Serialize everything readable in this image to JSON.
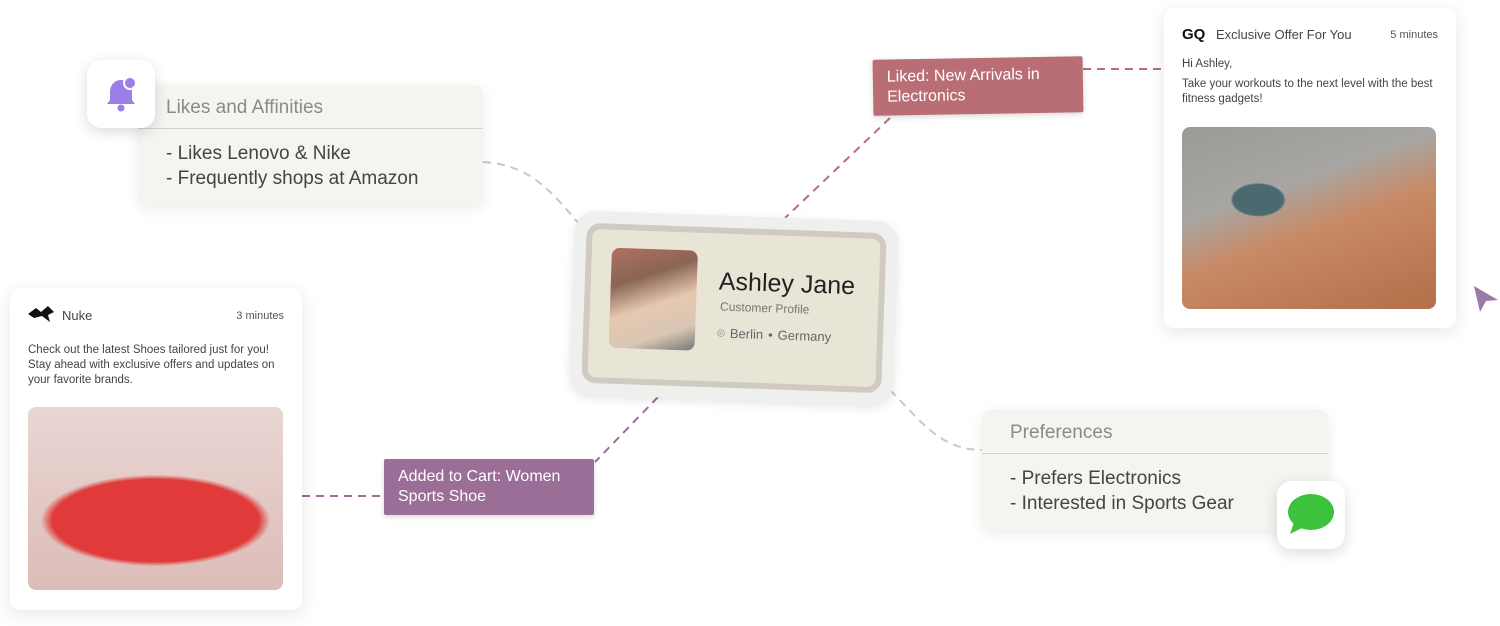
{
  "likes": {
    "title": "Likes and Affinities",
    "items": [
      "- Likes Lenovo & Nike",
      "- Frequently shops at Amazon"
    ]
  },
  "preferences": {
    "title": "Preferences",
    "items": [
      "- Prefers Electronics",
      "- Interested in Sports Gear"
    ]
  },
  "profile": {
    "name": "Ashley Jane",
    "role": "Customer Profile",
    "city": "Berlin",
    "separator": "•",
    "country": "Germany"
  },
  "tags": {
    "liked": "Liked: New Arrivals in Electronics",
    "cart": "Added to Cart: Women Sports Shoe"
  },
  "gq": {
    "brand": "GQ",
    "title": "Exclusive Offer For You",
    "time": "5 minutes",
    "greeting": "Hi Ashley,",
    "body": "Take your workouts to the next level with the best fitness gadgets!"
  },
  "nuke": {
    "brand": "Nuke",
    "time": "3 minutes",
    "body": "Check out the latest Shoes tailored just for you! Stay ahead with exclusive offers and updates on your favorite brands."
  },
  "colors": {
    "liked": "#b96d74",
    "cart": "#9b6e98",
    "bell": "#9b7fe6",
    "message": "#3cc23c",
    "cursor": "#9a7aa6"
  }
}
